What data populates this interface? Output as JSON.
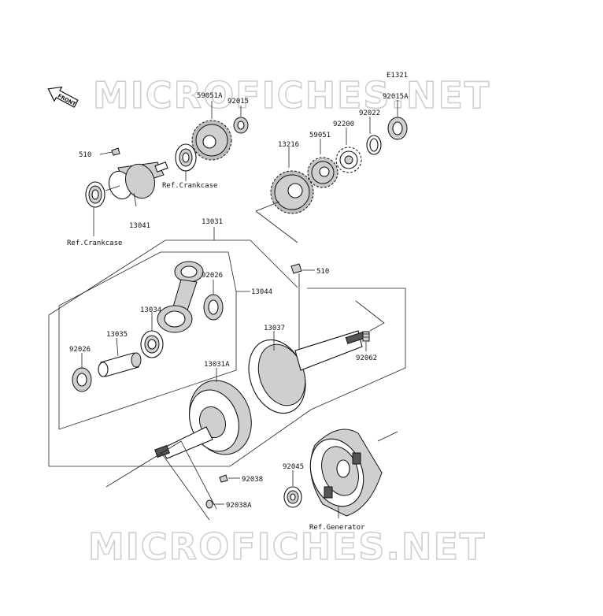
{
  "watermark": {
    "top": "MICROFICHES.NET",
    "bottom": "MICROFICHES.NET"
  },
  "diagram_code": "E1321",
  "front_badge": "FRONT",
  "labels": {
    "p510_top": "510",
    "ref_crankcase_upper": "Ref.Crankcase",
    "ref_crankcase_lower": "Ref.Crankcase",
    "p13041": "13041",
    "p59051A": "59051A",
    "p92015": "92015",
    "p13216": "13216",
    "p59051": "59051",
    "p92200": "92200",
    "p92022": "92022",
    "p92015A": "92015A",
    "p13031": "13031",
    "p510_mid": "510",
    "p92026_upper": "92026",
    "p13044": "13044",
    "p13034": "13034",
    "p13035": "13035",
    "p92026_lower": "92026",
    "p13037": "13037",
    "p92062": "92062",
    "p13031A": "13031A",
    "p92038": "92038",
    "p92038A": "92038A",
    "p92045": "92045",
    "ref_generator": "Ref.Generator"
  },
  "icons": [
    "front-arrow-icon",
    "gear-icon",
    "bearing-icon",
    "crankshaft-icon",
    "connecting-rod-icon",
    "flywheel-icon",
    "generator-rotor-icon",
    "key-icon",
    "washer-icon"
  ]
}
